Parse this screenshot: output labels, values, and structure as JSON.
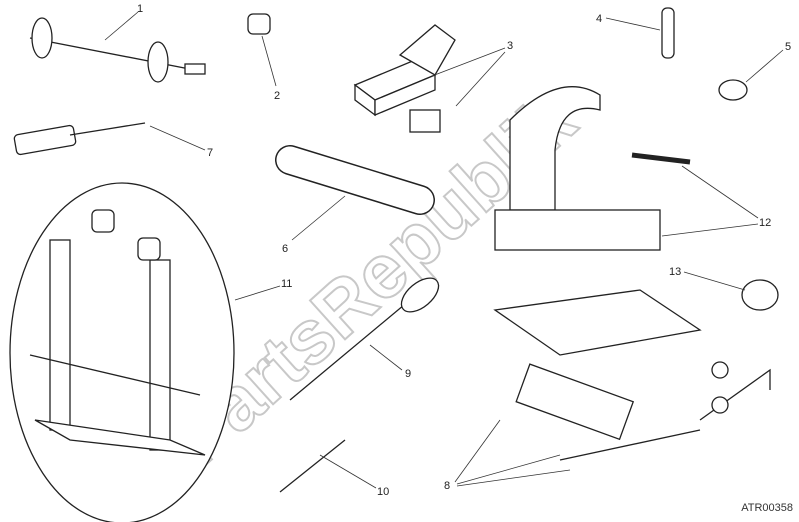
{
  "diagram_code": "ATR00358",
  "watermark": "PartsRepublik",
  "callouts": [
    "1",
    "2",
    "3",
    "4",
    "5",
    "6",
    "7",
    "8",
    "9",
    "10",
    "11",
    "12",
    "13"
  ]
}
